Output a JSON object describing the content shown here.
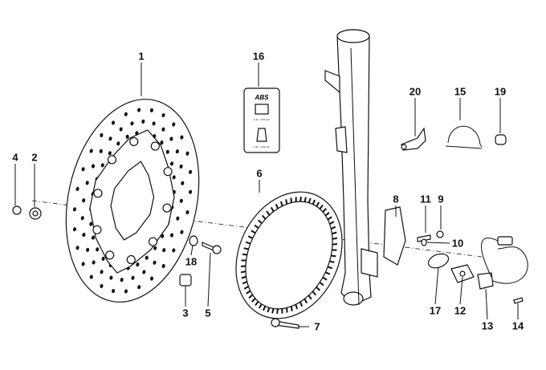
{
  "diagram": {
    "labels": {
      "l1": "1",
      "l2": "2",
      "l3": "3",
      "l4": "4",
      "l5": "5",
      "l6": "6",
      "l7": "7",
      "l8": "8",
      "l9": "9",
      "l10": "10",
      "l11": "11",
      "l12": "12",
      "l13": "13",
      "l14": "14",
      "l15": "15",
      "l16": "16",
      "l17": "17",
      "l18": "18",
      "l19": "19",
      "l20": "20"
    },
    "sticker": {
      "brand": "ABS",
      "spec1": "1.31 - 1.51 mm",
      "spec2": "1.31 - 1.51 mm"
    }
  }
}
